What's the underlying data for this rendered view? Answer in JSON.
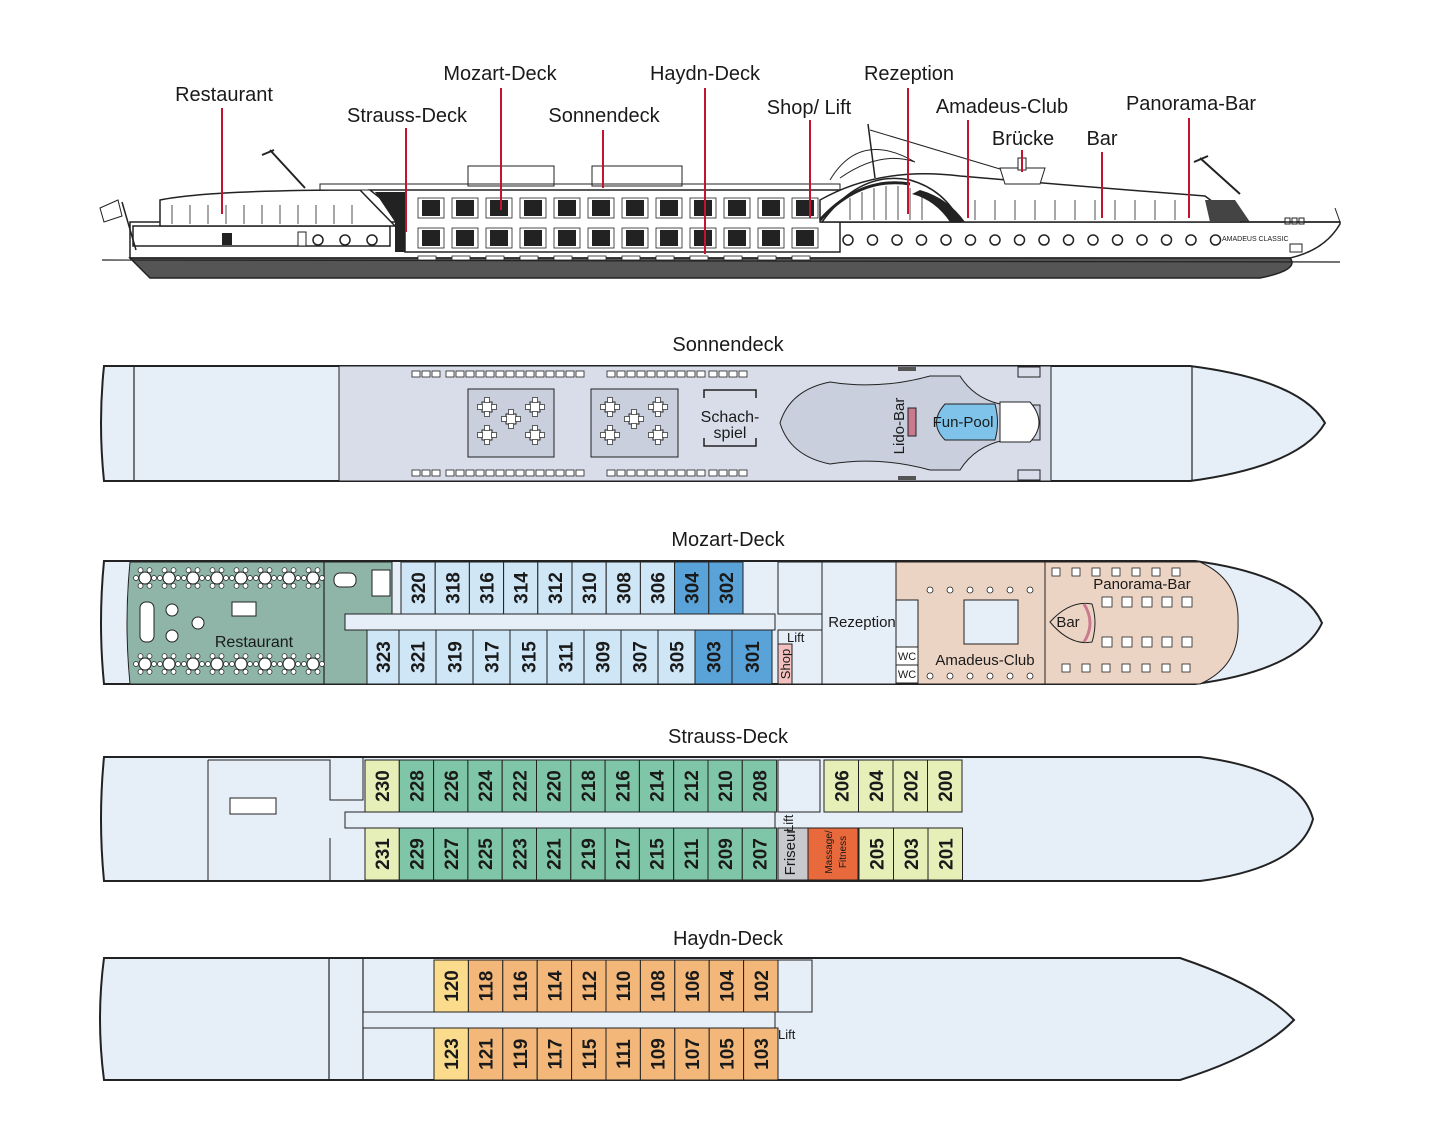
{
  "side_view": {
    "labels": {
      "restaurant": "Restaurant",
      "strauss": "Strauss-Deck",
      "mozart": "Mozart-Deck",
      "sonnendeck": "Sonnendeck",
      "haydn": "Haydn-Deck",
      "shop_lift": "Shop/ Lift",
      "rezeption": "Rezeption",
      "amadeus_club": "Amadeus-Club",
      "bruecke": "Brücke",
      "bar": "Bar",
      "panorama_bar": "Panorama-Bar"
    },
    "ship_name": "AMADEUS CLASSIC"
  },
  "sonnendeck": {
    "title": "Sonnendeck",
    "schach": [
      "Schach-",
      "spiel"
    ],
    "lido_bar": "Lido-Bar",
    "fun_pool": "Fun-Pool"
  },
  "mozart": {
    "title": "Mozart-Deck",
    "restaurant": "Restaurant",
    "top_cabins": [
      "320",
      "318",
      "316",
      "314",
      "312",
      "310",
      "308",
      "306",
      "304",
      "302"
    ],
    "bottom_cabins": [
      "323",
      "321",
      "319",
      "317",
      "315",
      "311",
      "309",
      "307",
      "305",
      "303",
      "301"
    ],
    "lift": "Lift",
    "shop": "Shop",
    "rezeption": "Rezeption",
    "wc": "WC",
    "amadeus_club": "Amadeus-Club",
    "bar": "Bar",
    "panorama_bar": "Panorama-Bar"
  },
  "strauss": {
    "title": "Strauss-Deck",
    "top_cabins": [
      "230",
      "228",
      "226",
      "224",
      "222",
      "220",
      "218",
      "216",
      "214",
      "212",
      "210",
      "208"
    ],
    "top_fwd_cabins": [
      "206",
      "204",
      "202",
      "200"
    ],
    "bottom_cabins": [
      "231",
      "229",
      "227",
      "225",
      "223",
      "221",
      "219",
      "217",
      "215",
      "211",
      "209",
      "207"
    ],
    "bottom_fwd_cabins": [
      "205",
      "203",
      "201"
    ],
    "lift": "Lift",
    "friseur": "Friseur",
    "massage": "Massage/",
    "fitness": "Fitness"
  },
  "haydn": {
    "title": "Haydn-Deck",
    "top_cabins": [
      "120",
      "118",
      "116",
      "114",
      "112",
      "110",
      "108",
      "106",
      "104",
      "102"
    ],
    "bottom_cabins": [
      "123",
      "121",
      "119",
      "117",
      "115",
      "111",
      "109",
      "107",
      "105",
      "103"
    ],
    "lift": "Lift"
  },
  "colors": {
    "hull": "#e6eef8",
    "mozart_cabin": "#cfe6f6",
    "mozart_suite": "#5aa3d8",
    "restaurant": "#8fb5a8",
    "club": "#ecd4c4",
    "strauss_cabin": "#7fc6a8",
    "strauss_end": "#e6efb8",
    "massage": "#e8693c",
    "haydn_cabin": "#f3b77a",
    "haydn_end": "#fadc8c",
    "accent_red": "#c4122f"
  }
}
